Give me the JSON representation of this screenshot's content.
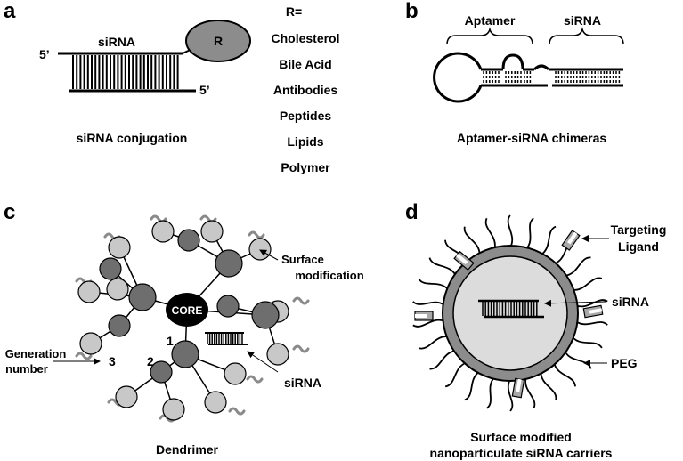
{
  "panels": {
    "a": {
      "letter": "a",
      "sirna_label": "siRNA",
      "five_prime_top": "5’",
      "five_prime_bottom": "5’",
      "r_label": "R",
      "r_equals": "R=",
      "r_options": [
        "Cholesterol",
        "Bile Acid",
        "Antibodies",
        "Peptides",
        "Lipids",
        "Polymer"
      ],
      "caption": "siRNA conjugation"
    },
    "b": {
      "letter": "b",
      "aptamer_label": "Aptamer",
      "sirna_label": "siRNA",
      "caption": "Aptamer-siRNA chimeras"
    },
    "c": {
      "letter": "c",
      "core_label": "CORE",
      "surface_label_1": "Surface",
      "surface_label_2": "modification",
      "generation_label_1": "Generation",
      "generation_label_2": "number",
      "gen_numbers": [
        "1",
        "2",
        "3"
      ],
      "sirna_label": "siRNA",
      "caption": "Dendrimer"
    },
    "d": {
      "letter": "d",
      "targeting_label_1": "Targeting",
      "targeting_label_2": "Ligand",
      "sirna_label": "siRNA",
      "peg_label": "PEG",
      "caption_1": "Surface modified",
      "caption_2": "nanoparticulate siRNA carriers"
    }
  },
  "colors": {
    "dark_node": "#6e6e6e",
    "light_node": "#c8c8c8",
    "core": "#000000",
    "surface_mod": "#8a8a8a",
    "r_oval": "#8c8c8c",
    "shell": "#8c8c8c",
    "inner": "#dcdcdc"
  }
}
